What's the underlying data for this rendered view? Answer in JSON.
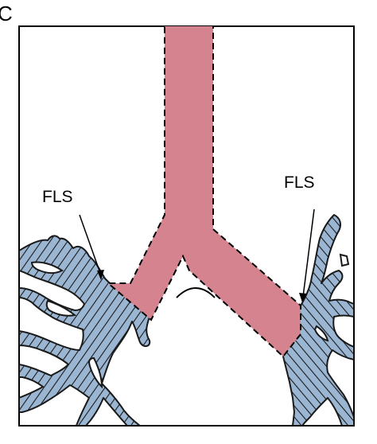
{
  "panel_label": "C",
  "annotations": {
    "left_label": "FLS",
    "right_label": "FLS"
  },
  "colors": {
    "frame": "#000000",
    "vessel_fill": "#d4838f",
    "tissue_fill": "#9bb6d3",
    "tissue_stroke": "#1a1a1a",
    "background": "#ffffff"
  }
}
